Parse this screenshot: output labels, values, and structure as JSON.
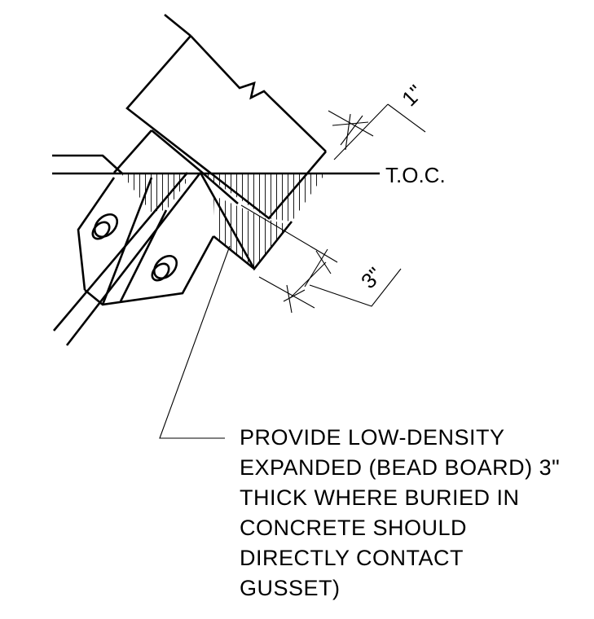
{
  "labels": {
    "toc": "T.O.C.",
    "dim_top": "1\"",
    "dim_side": "3\""
  },
  "note": {
    "lines": [
      "PROVIDE LOW-DENSITY",
      "EXPANDED (BEAD BOARD) 3\"",
      "THICK WHERE BURIED IN",
      "CONCRETE SHOULD",
      "DIRECTLY CONTACT",
      "GUSSET)"
    ]
  },
  "colors": {
    "ink": "#000000",
    "background": "#ffffff"
  }
}
